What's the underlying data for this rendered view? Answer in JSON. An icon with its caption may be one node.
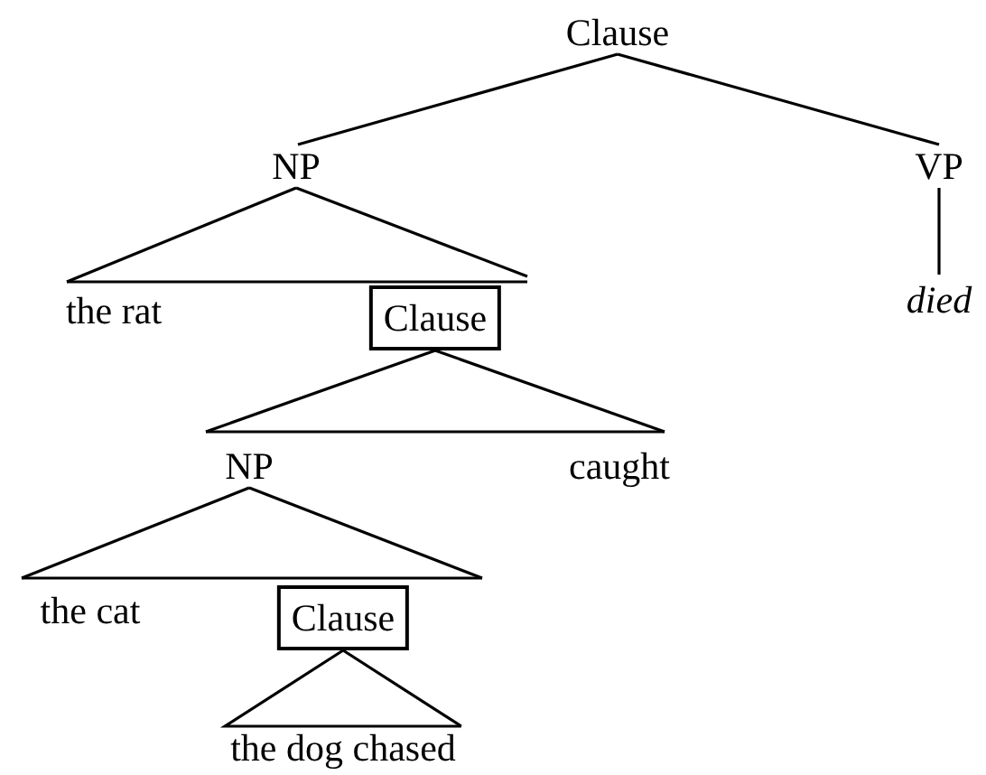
{
  "diagram": {
    "nodes": [
      {
        "text": [
          "Clause"
        ]
      },
      {
        "text": [
          "NP"
        ]
      },
      {
        "text": [
          "VP"
        ]
      },
      {
        "text": [
          "died"
        ]
      },
      {
        "text": [
          "the rat"
        ]
      },
      {
        "text": [
          "Clause"
        ]
      },
      {
        "text": [
          "NP"
        ]
      },
      {
        "text": [
          "caught"
        ]
      },
      {
        "text": [
          "the cat"
        ]
      },
      {
        "text": [
          "Clause"
        ]
      },
      {
        "text": [
          "the dog chased"
        ]
      }
    ],
    "edges": [
      {
        "from": 0,
        "to": 1,
        "arrow": "none"
      },
      {
        "from": 0,
        "to": 2,
        "arrow": "none"
      },
      {
        "from": 2,
        "to": 3,
        "arrow": "none"
      },
      {
        "from": 1,
        "to": 4,
        "arrow": "none"
      },
      {
        "from": 1,
        "to": 5,
        "arrow": "none"
      },
      {
        "from": 5,
        "to": 6,
        "arrow": "none"
      },
      {
        "from": 5,
        "to": 7,
        "arrow": "none"
      },
      {
        "from": 6,
        "to": 8,
        "arrow": "none"
      },
      {
        "from": 6,
        "to": 9,
        "arrow": "none"
      },
      {
        "from": 9,
        "to": 10,
        "arrow": "none"
      }
    ]
  }
}
